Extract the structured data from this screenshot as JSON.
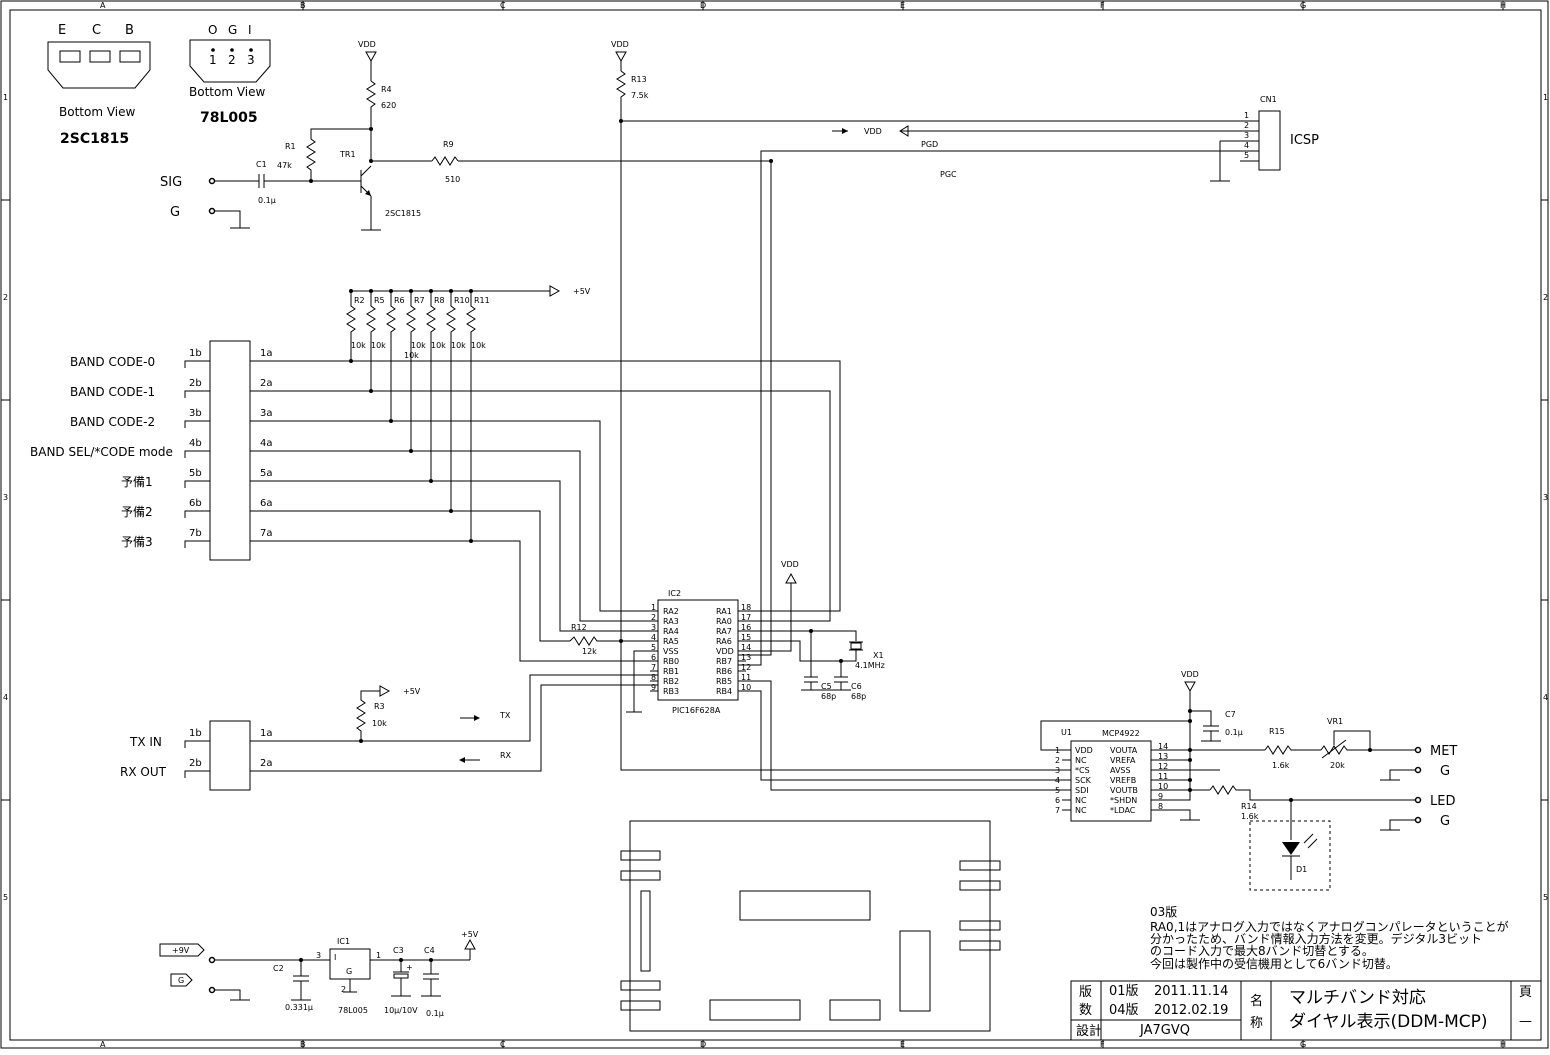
{
  "border": {
    "cols": [
      "A",
      "B",
      "C",
      "D",
      "E",
      "F",
      "G",
      "H"
    ],
    "rows": [
      "1",
      "2",
      "3",
      "4",
      "5"
    ]
  },
  "packages": {
    "transistor": {
      "pins": [
        "E",
        "C",
        "B"
      ],
      "view": "Bottom View",
      "name": "2SC1815"
    },
    "regulator": {
      "pins_top": [
        "O",
        "G",
        "I"
      ],
      "pins_num": [
        "1",
        "2",
        "3"
      ],
      "view": "Bottom View",
      "name": "78L005"
    }
  },
  "input_section": {
    "sig": "SIG",
    "g": "G",
    "c1": "C1",
    "c1_val": "0.1μ",
    "r1": "R1",
    "r1_val": "47k",
    "r4": "R4",
    "r4_val": "620",
    "tr1": "TR1",
    "tr1_type": "2SC1815",
    "r9": "R9",
    "r9_val": "510",
    "vdd": "VDD",
    "r13": "R13",
    "r13_val": "7.5k"
  },
  "icsp": {
    "ref": "CN1",
    "name": "ICSP",
    "pins": [
      "1",
      "2",
      "3",
      "4",
      "5"
    ],
    "vdd": "VDD",
    "pgd": "PGD",
    "pgc": "PGC"
  },
  "pullups": {
    "supply": "+5V",
    "refs": [
      "R2",
      "R5",
      "R6",
      "R7",
      "R8",
      "R10",
      "R11"
    ],
    "values": [
      "10k",
      "10k",
      "10k",
      "10k",
      "10k",
      "10k",
      "10k"
    ]
  },
  "band_connector": {
    "inputs": [
      "BAND CODE-0",
      "BAND CODE-1",
      "BAND CODE-2",
      "BAND SEL/*CODE mode",
      "予備1",
      "予備2",
      "予備3"
    ],
    "pins_b": [
      "1b",
      "2b",
      "3b",
      "4b",
      "5b",
      "6b",
      "7b"
    ],
    "pins_a": [
      "1a",
      "2a",
      "3a",
      "4a",
      "5a",
      "6a",
      "7a"
    ]
  },
  "mcu": {
    "ref": "IC2",
    "part": "PIC16F628A",
    "left_nums": [
      "1",
      "2",
      "3",
      "4",
      "5",
      "6",
      "7",
      "8",
      "9"
    ],
    "left_names": [
      "RA2",
      "RA3",
      "RA4",
      "RA5",
      "VSS",
      "RB0",
      "RB1",
      "RB2",
      "RB3"
    ],
    "right_nums": [
      "18",
      "17",
      "16",
      "15",
      "14",
      "13",
      "12",
      "11",
      "10"
    ],
    "right_names": [
      "RA1",
      "RA0",
      "RA7",
      "RA6",
      "VDD",
      "RB7",
      "RB6",
      "RB5",
      "RB4"
    ],
    "r12": "R12",
    "r12_val": "12k",
    "vdd": "VDD",
    "x1": "X1",
    "x1_val": "4.1MHz",
    "c5": "C5",
    "c5_val": "68p",
    "c6": "C6",
    "c6_val": "68p"
  },
  "serial": {
    "supply": "+5V",
    "r3": "R3",
    "r3_val": "10k",
    "tx": "TX",
    "rx": "RX",
    "inputs": [
      "TX IN",
      "RX OUT"
    ],
    "pins_b": [
      "1b",
      "2b"
    ],
    "pins_a": [
      "1a",
      "2a"
    ]
  },
  "dac": {
    "ref": "U1",
    "part": "MCP4922",
    "vdd": "VDD",
    "left_nums": [
      "1",
      "2",
      "3",
      "4",
      "5",
      "6",
      "7"
    ],
    "left_names": [
      "VDD",
      "NC",
      "*CS",
      "SCK",
      "SDI",
      "NC",
      "NC"
    ],
    "right_nums": [
      "14",
      "13",
      "12",
      "11",
      "10",
      "9",
      "8"
    ],
    "right_names": [
      "VOUTA",
      "VREFA",
      "AVSS",
      "VREFB",
      "VOUTB",
      "*SHDN",
      "*LDAC"
    ],
    "c7": "C7",
    "c7_val": "0.1μ",
    "r15": "R15",
    "r15_val": "1.6k",
    "vr1": "VR1",
    "vr1_val": "20k",
    "r14": "R14",
    "r14_val": "1.6k",
    "d1": "D1",
    "out_met": "MET",
    "out_g1": "G",
    "out_led": "LED",
    "out_g2": "G"
  },
  "power": {
    "in_9v": "+9V",
    "in_g": "G",
    "ic1": "IC1",
    "ic1_part": "78L005",
    "pin_i": "I",
    "pin_g": "G",
    "pin3": "3",
    "pin1": "1",
    "pin2": "2",
    "c2": "C2",
    "c2_val": "0.331μ",
    "c3": "C3",
    "c3_val": "10μ/10V",
    "c4": "C4",
    "c4_val": "0.1μ",
    "out": "+5V"
  },
  "notes": {
    "version": "03版",
    "lines": [
      "RA0,1はアナログ入力ではなくアナログコンパレータということが",
      "分かったため、バンド情報入力方法を変更。デジタル3ビット",
      "のコード入力で最大8バンド切替とする。",
      "今回は製作中の受信機用として6バンド切替。"
    ]
  },
  "title_block": {
    "han": "版",
    "suu": "数",
    "rev1_ver": "01版",
    "rev1_date": "2011.11.14",
    "rev2_ver": "04版",
    "rev2_date": "2012.02.19",
    "design_label": "設計",
    "designer": "JA7GVQ",
    "name_label1": "名",
    "name_label2": "称",
    "title1": "マルチバンド対応",
    "title2": "ダイヤル表示(DDM-MCP)",
    "page_label": "頁",
    "page_value": "—"
  }
}
